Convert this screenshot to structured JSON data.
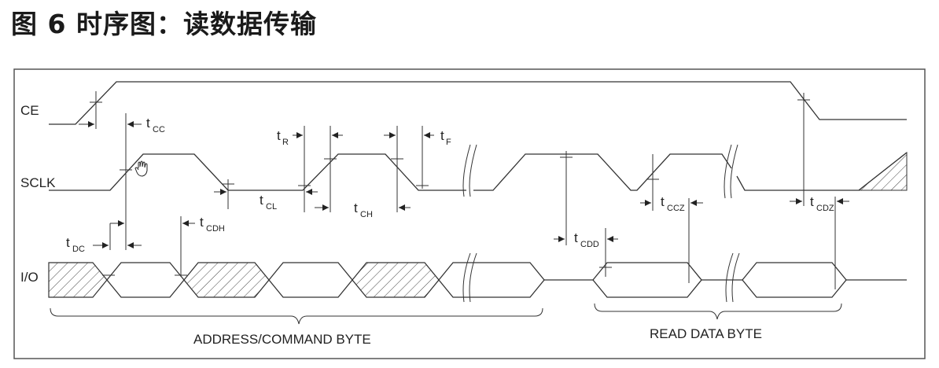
{
  "title": "图 6 时序图：读数据传输",
  "signals": {
    "ce": "CE",
    "sclk": "SCLK",
    "io": "I/O"
  },
  "timing": {
    "tcc": {
      "t": "t",
      "sub": "CC"
    },
    "tr": {
      "t": "t",
      "sub": "R"
    },
    "tf": {
      "t": "t",
      "sub": "F"
    },
    "tcdh": {
      "t": "t",
      "sub": "CDH"
    },
    "tcl": {
      "t": "t",
      "sub": "CL"
    },
    "tch": {
      "t": "t",
      "sub": "CH"
    },
    "tdc": {
      "t": "t",
      "sub": "DC"
    },
    "tcdd": {
      "t": "t",
      "sub": "CDD"
    },
    "tccz": {
      "t": "t",
      "sub": "CCZ"
    },
    "tcdz": {
      "t": "t",
      "sub": "CDZ"
    }
  },
  "captions": {
    "address": "ADDRESS/COMMAND BYTE",
    "read": "READ DATA BYTE"
  }
}
